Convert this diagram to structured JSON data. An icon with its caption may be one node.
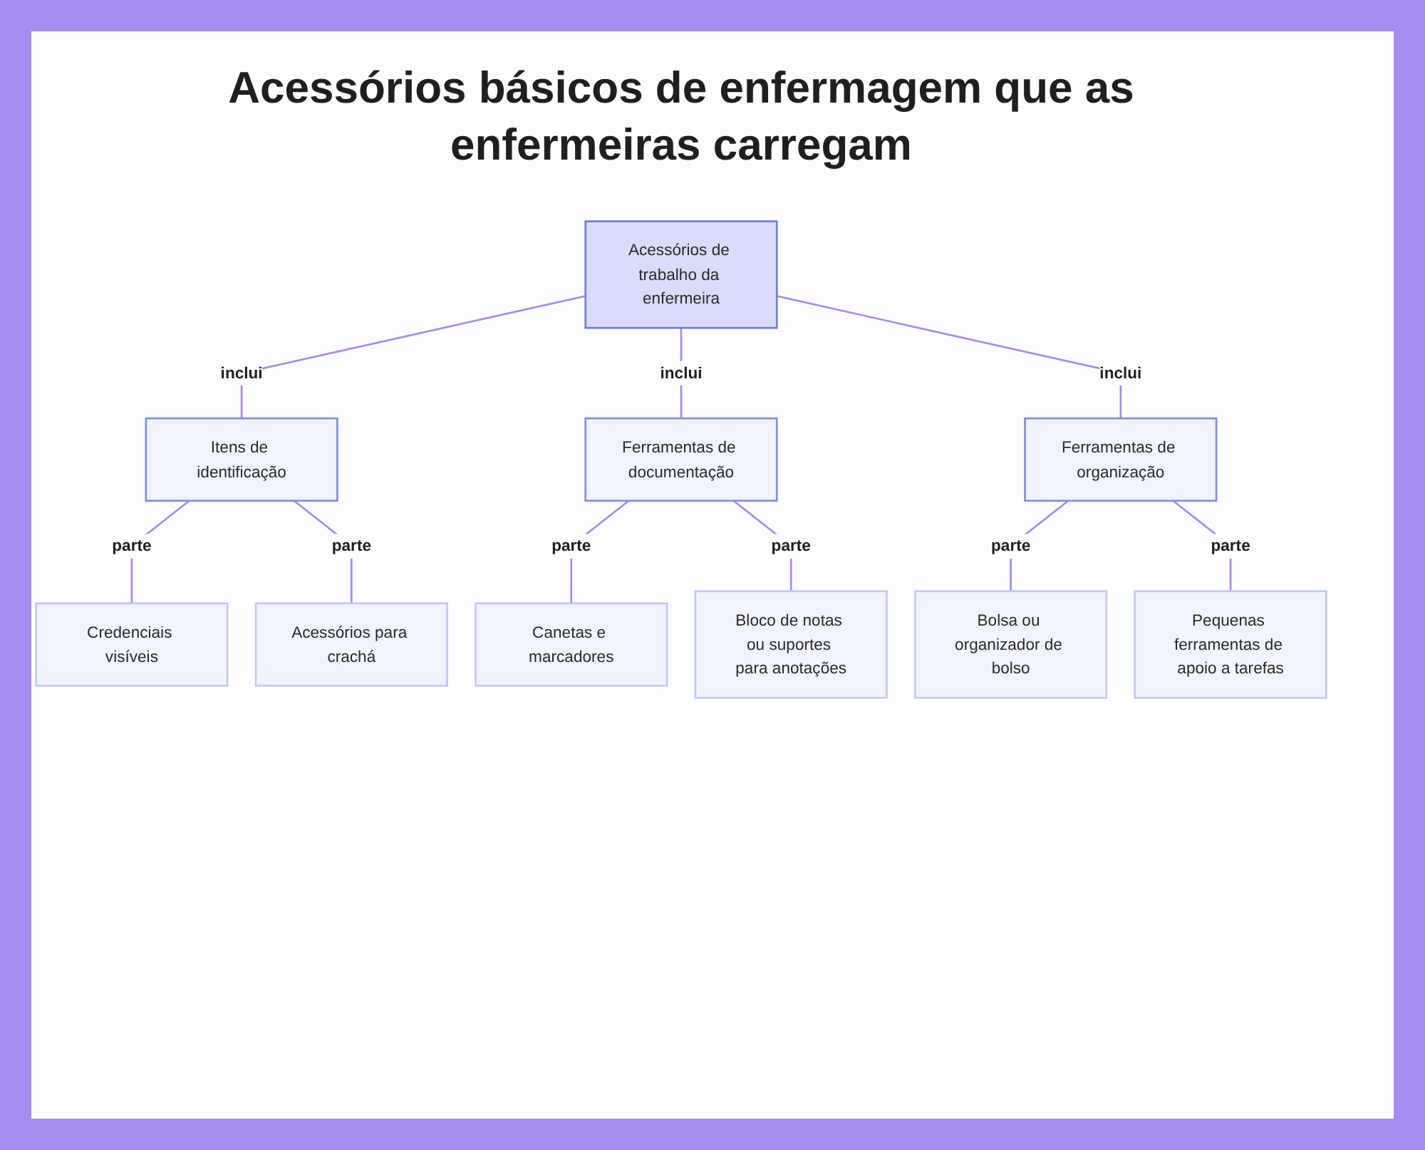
{
  "diagram": {
    "title": "Acessórios básicos de enfermagem que as enfermeiras carregam",
    "nodes": [
      {
        "text": [
          "Acessórios de trabalho da enfermeira"
        ]
      },
      {
        "text": [
          "Itens de identificação"
        ]
      },
      {
        "text": [
          "Ferramentas de documentação"
        ]
      },
      {
        "text": [
          "Ferramentas de organização"
        ]
      },
      {
        "text": [
          "Credenciais visíveis"
        ]
      },
      {
        "text": [
          "Acessórios para crachá"
        ]
      },
      {
        "text": [
          "Canetas e marcadores"
        ]
      },
      {
        "text": [
          "Bloco de notas ou suportes para anotações"
        ]
      },
      {
        "text": [
          "Bolsa ou organizador de bolso"
        ]
      },
      {
        "text": [
          "Pequenas ferramentas de apoio a tarefas"
        ]
      }
    ],
    "edges": [
      {
        "from": 0,
        "to": 1,
        "arrow": "none",
        "label": "inclui"
      },
      {
        "from": 0,
        "to": 2,
        "arrow": "none",
        "label": "inclui"
      },
      {
        "from": 0,
        "to": 3,
        "arrow": "none",
        "label": "inclui"
      },
      {
        "from": 1,
        "to": 4,
        "arrow": "none",
        "label": "parte"
      },
      {
        "from": 1,
        "to": 5,
        "arrow": "none",
        "label": "parte"
      },
      {
        "from": 2,
        "to": 6,
        "arrow": "none",
        "label": "parte"
      },
      {
        "from": 2,
        "to": 7,
        "arrow": "none",
        "label": "parte"
      },
      {
        "from": 3,
        "to": 8,
        "arrow": "none",
        "label": "parte"
      },
      {
        "from": 3,
        "to": 9,
        "arrow": "none",
        "label": "parte"
      }
    ]
  }
}
